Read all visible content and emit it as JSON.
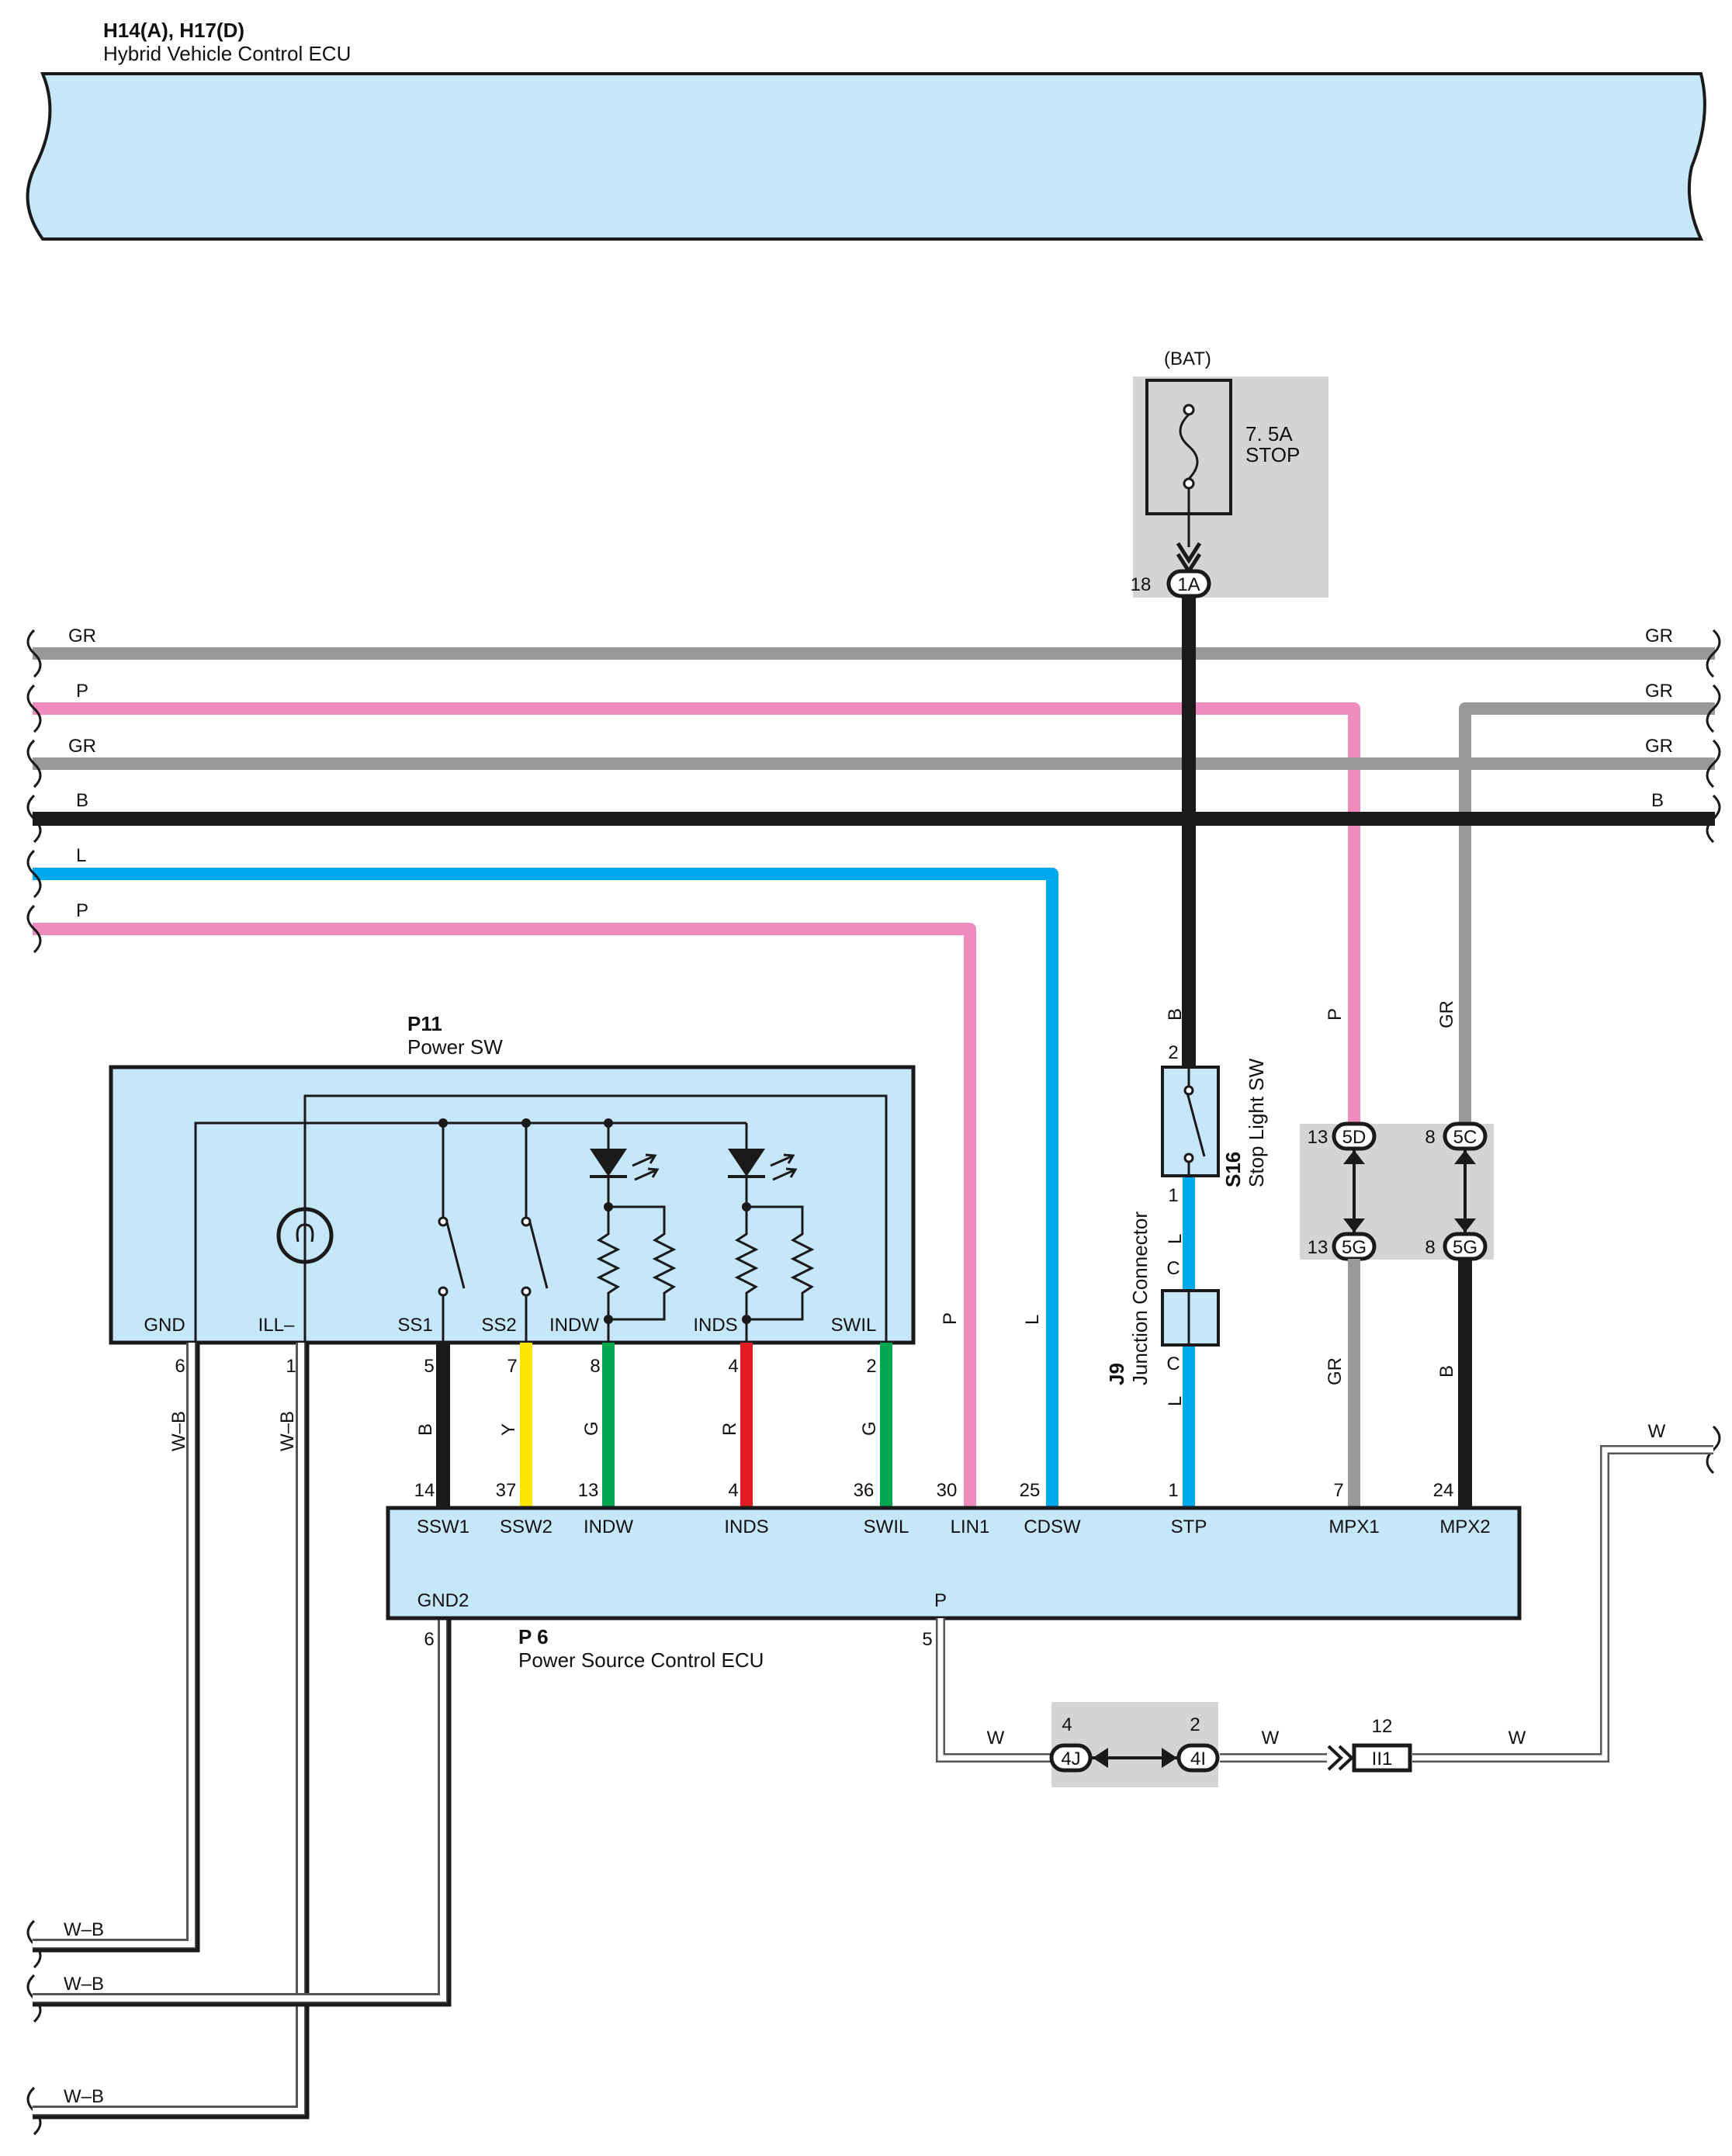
{
  "ecu_h": {
    "id": "H14(A), H17(D)",
    "name": "Hybrid Vehicle Control ECU"
  },
  "bat": "(BAT)",
  "fuse": {
    "rating": "7. 5A",
    "name": "STOP",
    "pin": "18",
    "conn": "1A"
  },
  "buses": {
    "gr1": {
      "left": "GR",
      "right": "GR"
    },
    "p1": {
      "left": "P",
      "right": "GR"
    },
    "gr2": {
      "left": "GR",
      "right": "GR"
    },
    "b": {
      "left": "B",
      "right": "B"
    },
    "l": {
      "left": "L"
    },
    "p2": {
      "left": "P"
    }
  },
  "power_sw": {
    "id": "P11",
    "name": "Power SW",
    "pins": [
      {
        "name": "GND",
        "num": "6",
        "wire": "W–B"
      },
      {
        "name": "ILL–",
        "num": "1",
        "wire": "W–B"
      },
      {
        "name": "SS1",
        "num": "5",
        "wire": "B"
      },
      {
        "name": "SS2",
        "num": "7",
        "wire": "Y"
      },
      {
        "name": "INDW",
        "num": "8",
        "wire": "G"
      },
      {
        "name": "INDS",
        "num": "4",
        "wire": "R"
      },
      {
        "name": "SWIL",
        "num": "2",
        "wire": "G"
      }
    ]
  },
  "stop_sw": {
    "id": "S16",
    "name": "Stop Light SW",
    "pin_top": "2",
    "pin_bot": "1",
    "wire_top": "B",
    "wire_bot": "L"
  },
  "junction": {
    "id": "J9",
    "name": "Junction Connector",
    "top_letter": "C",
    "bot_letter": "C",
    "wire_top": "L",
    "wire_bot": "L"
  },
  "mpx": {
    "left": {
      "top_pin": "13",
      "top_conn": "5D",
      "bot_pin": "13",
      "bot_conn": "5G",
      "wire_top": "P",
      "wire_bot": "GR"
    },
    "right": {
      "top_pin": "8",
      "top_conn": "5C",
      "bot_pin": "8",
      "bot_conn": "5G",
      "wire_top": "GR",
      "wire_bot": "B"
    }
  },
  "psc_ecu": {
    "id": "P 6",
    "name": "Power Source Control ECU",
    "pins": [
      {
        "name": "SSW1",
        "num": "14"
      },
      {
        "name": "SSW2",
        "num": "37"
      },
      {
        "name": "INDW",
        "num": "13"
      },
      {
        "name": "INDS",
        "num": "4"
      },
      {
        "name": "SWIL",
        "num": "36"
      },
      {
        "name": "LIN1",
        "num": "30"
      },
      {
        "name": "CDSW",
        "num": "25"
      },
      {
        "name": "STP",
        "num": "1"
      },
      {
        "name": "MPX1",
        "num": "7"
      },
      {
        "name": "MPX2",
        "num": "24"
      }
    ],
    "gnd2": {
      "name": "GND2",
      "num": "6"
    },
    "p": {
      "name": "P",
      "num": "5"
    }
  },
  "vertical_wire_labels": {
    "lin1": "P",
    "cdsw": "L",
    "stp_top": "B",
    "mpx1_top": "P",
    "mpx2_top": "GR"
  },
  "bottom_chain": {
    "wire1": "W",
    "c4j_pin": "4",
    "c4j": "4J",
    "c4i_pin": "2",
    "c4i": "4I",
    "wire2": "W",
    "ii1_pin": "12",
    "ii1": "II1",
    "wire3": "W",
    "wire_out": "W"
  },
  "ground_labels": [
    "W–B",
    "W–B",
    "W–B"
  ],
  "colors": {
    "ecu_fill": "#c5e7f9",
    "grey_box": "#d4d4d4",
    "gr": "#999999",
    "p": "#ef8bbd",
    "b": "#1a1a1a",
    "l": "#00a8ec",
    "g": "#00a650",
    "r": "#e31b23",
    "y": "#ffe600"
  }
}
